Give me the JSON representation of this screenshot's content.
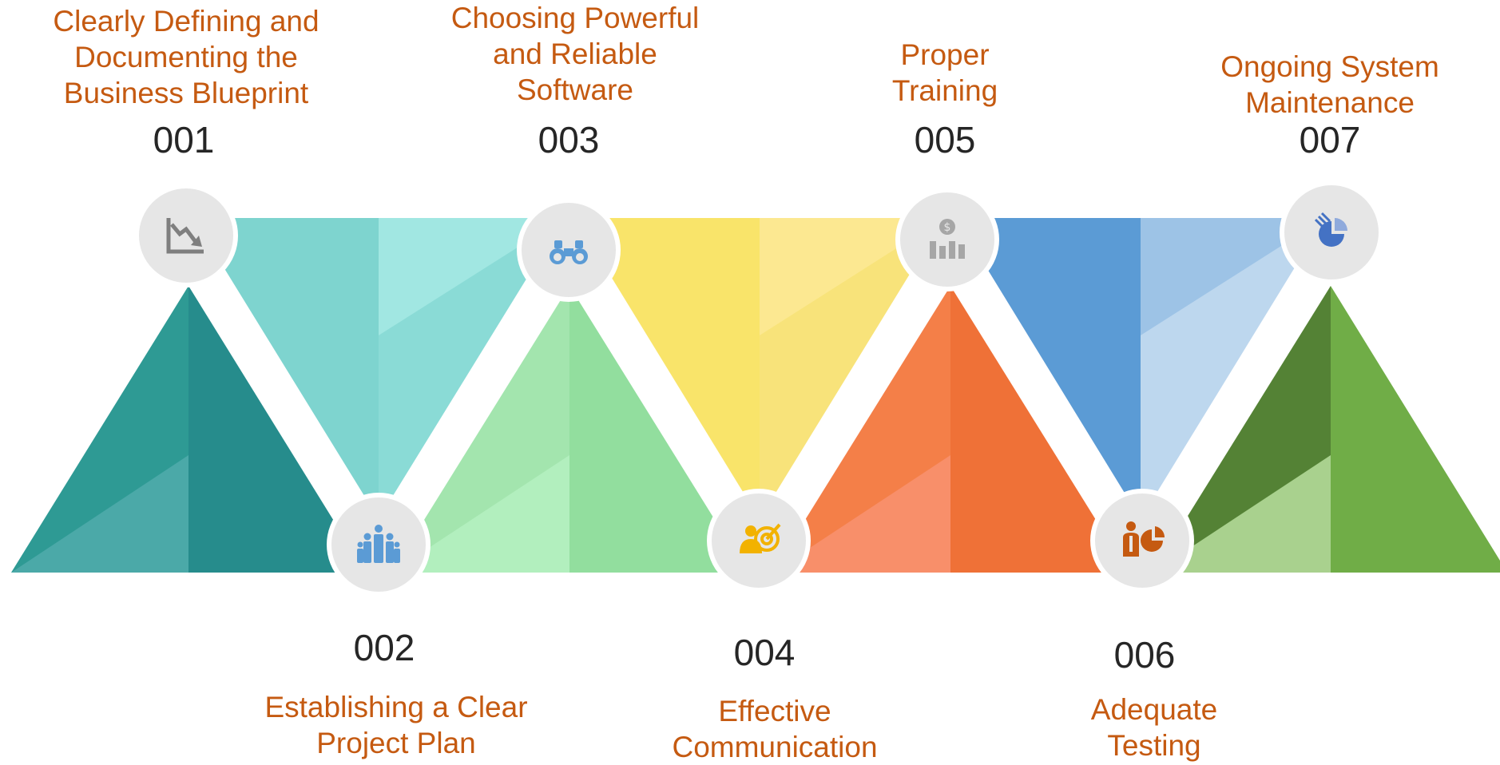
{
  "steps": [
    {
      "number": "001",
      "title_lines": [
        "Clearly Defining and",
        "Documenting the",
        "Business Blueprint"
      ],
      "icon": "declining-chart-icon",
      "color": "#2A9D8F"
    },
    {
      "number": "002",
      "title_lines": [
        "Establishing a Clear",
        "Project Plan"
      ],
      "icon": "team-icon",
      "color": "#7DD3CE"
    },
    {
      "number": "003",
      "title_lines": [
        "Choosing Powerful",
        "and Reliable",
        "Software"
      ],
      "icon": "binoculars-icon",
      "color": "#92DE9E"
    },
    {
      "number": "004",
      "title_lines": [
        "Effective",
        "Communication"
      ],
      "icon": "target-person-icon",
      "color": "#F9E46A"
    },
    {
      "number": "005",
      "title_lines": [
        "Proper",
        "Training"
      ],
      "icon": "money-bar-chart-icon",
      "color": "#EF7137"
    },
    {
      "number": "006",
      "title_lines": [
        "Adequate",
        "Testing"
      ],
      "icon": "presenter-pie-chart-icon",
      "color": "#5B9BD5"
    },
    {
      "number": "007",
      "title_lines": [
        "Ongoing System",
        "Maintenance"
      ],
      "icon": "pie-chart-icon",
      "color": "#6FAC46"
    }
  ]
}
